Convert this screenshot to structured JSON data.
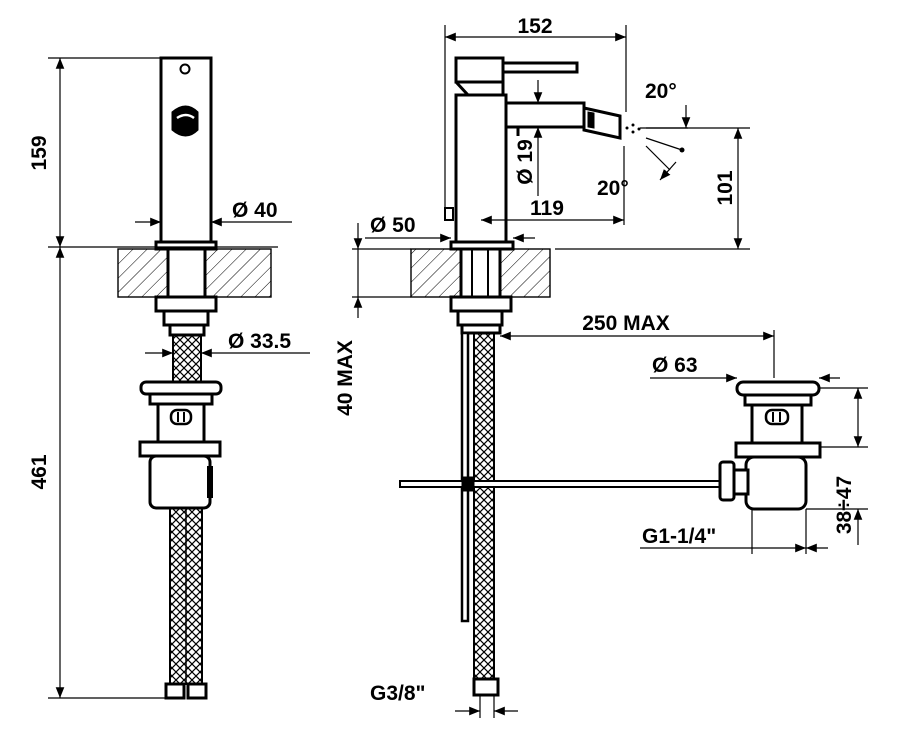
{
  "dimensions": {
    "left_height_top": "159",
    "left_height_total": "461",
    "left_body_diameter": "Ø 40",
    "left_hose_diameter": "Ø 33.5",
    "center_width_top": "152",
    "center_spout_diameter": "Ø 19",
    "center_base_diameter": "Ø 50",
    "center_spout_reach": "119",
    "center_spout_height": "101",
    "center_angle_upper": "20°",
    "center_angle_lower": "20°",
    "center_deck_thickness": "40 MAX",
    "center_drain_reach": "250 MAX",
    "center_hose_thread": "G3/8\"",
    "drain_cap_diameter": "Ø 63",
    "drain_thread": "G1-1/4\"",
    "drain_height": "38÷47"
  },
  "colors": {
    "line": "#000000",
    "background": "#ffffff"
  }
}
